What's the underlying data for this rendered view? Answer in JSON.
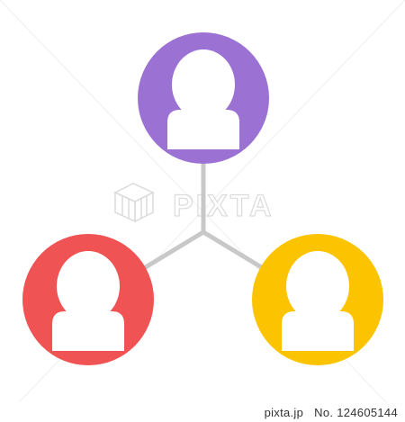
{
  "colors": {
    "background": "#ffffff",
    "connector": "#c8c8c8",
    "top_node": "#9b72d3",
    "left_node": "#ef5353",
    "right_node": "#fcc400",
    "person": "#ffffff",
    "watermark": "#c4c4c4"
  },
  "nodes": [
    {
      "id": "top",
      "icon": "person-icon",
      "color": "#9b72d3"
    },
    {
      "id": "left",
      "icon": "person-icon",
      "color": "#ef5353"
    },
    {
      "id": "right",
      "icon": "person-icon",
      "color": "#fcc400"
    }
  ],
  "watermark": {
    "text": "PIXTA"
  },
  "footer": {
    "brand": "pixta.jp",
    "id_label": "No.",
    "id": "124605144"
  }
}
